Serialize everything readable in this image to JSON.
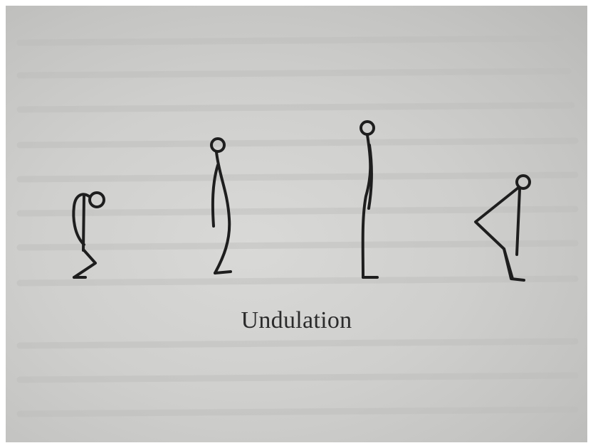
{
  "figure": {
    "caption": "Undulation",
    "figures": [
      {
        "name": "crouched-figure"
      },
      {
        "name": "leaning-figure"
      },
      {
        "name": "upright-figure"
      },
      {
        "name": "bent-figure"
      }
    ],
    "colors": {
      "paper": "#cfcfcd",
      "ink": "#1e1e1e",
      "bleed_through": "#bcbcba"
    }
  }
}
